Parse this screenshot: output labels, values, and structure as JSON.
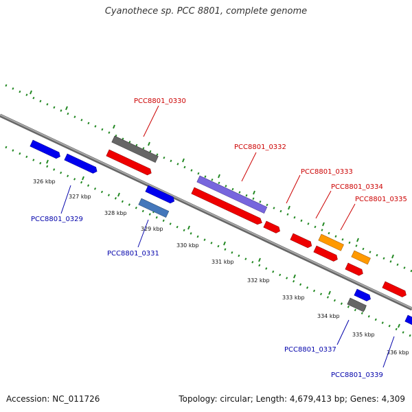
{
  "title": "Cyanothece sp. PCC 8801, complete genome",
  "accession": "Accession: NC_011726",
  "topology": "Topology: circular; Length: 4,679,413 bp; Genes: 4,309",
  "colors": {
    "label_red": "#cc0000",
    "label_blue": "#0000aa",
    "tick_green": "#228822",
    "backbone": "#888888"
  },
  "ticks": [
    "326 kbp",
    "327 kbp",
    "328 kbp",
    "329 kbp",
    "330 kbp",
    "331 kbp",
    "332 kbp",
    "333 kbp",
    "334 kbp",
    "335 kbp",
    "336 kbp"
  ],
  "labels_top": [
    "PCC8801_0330",
    "PCC8801_0332",
    "PCC8801_0333",
    "PCC8801_0334",
    "PCC8801_0335"
  ],
  "labels_bottom": [
    "PCC8801_0329",
    "PCC8801_0331",
    "PCC8801_0337",
    "PCC8801_0339"
  ]
}
